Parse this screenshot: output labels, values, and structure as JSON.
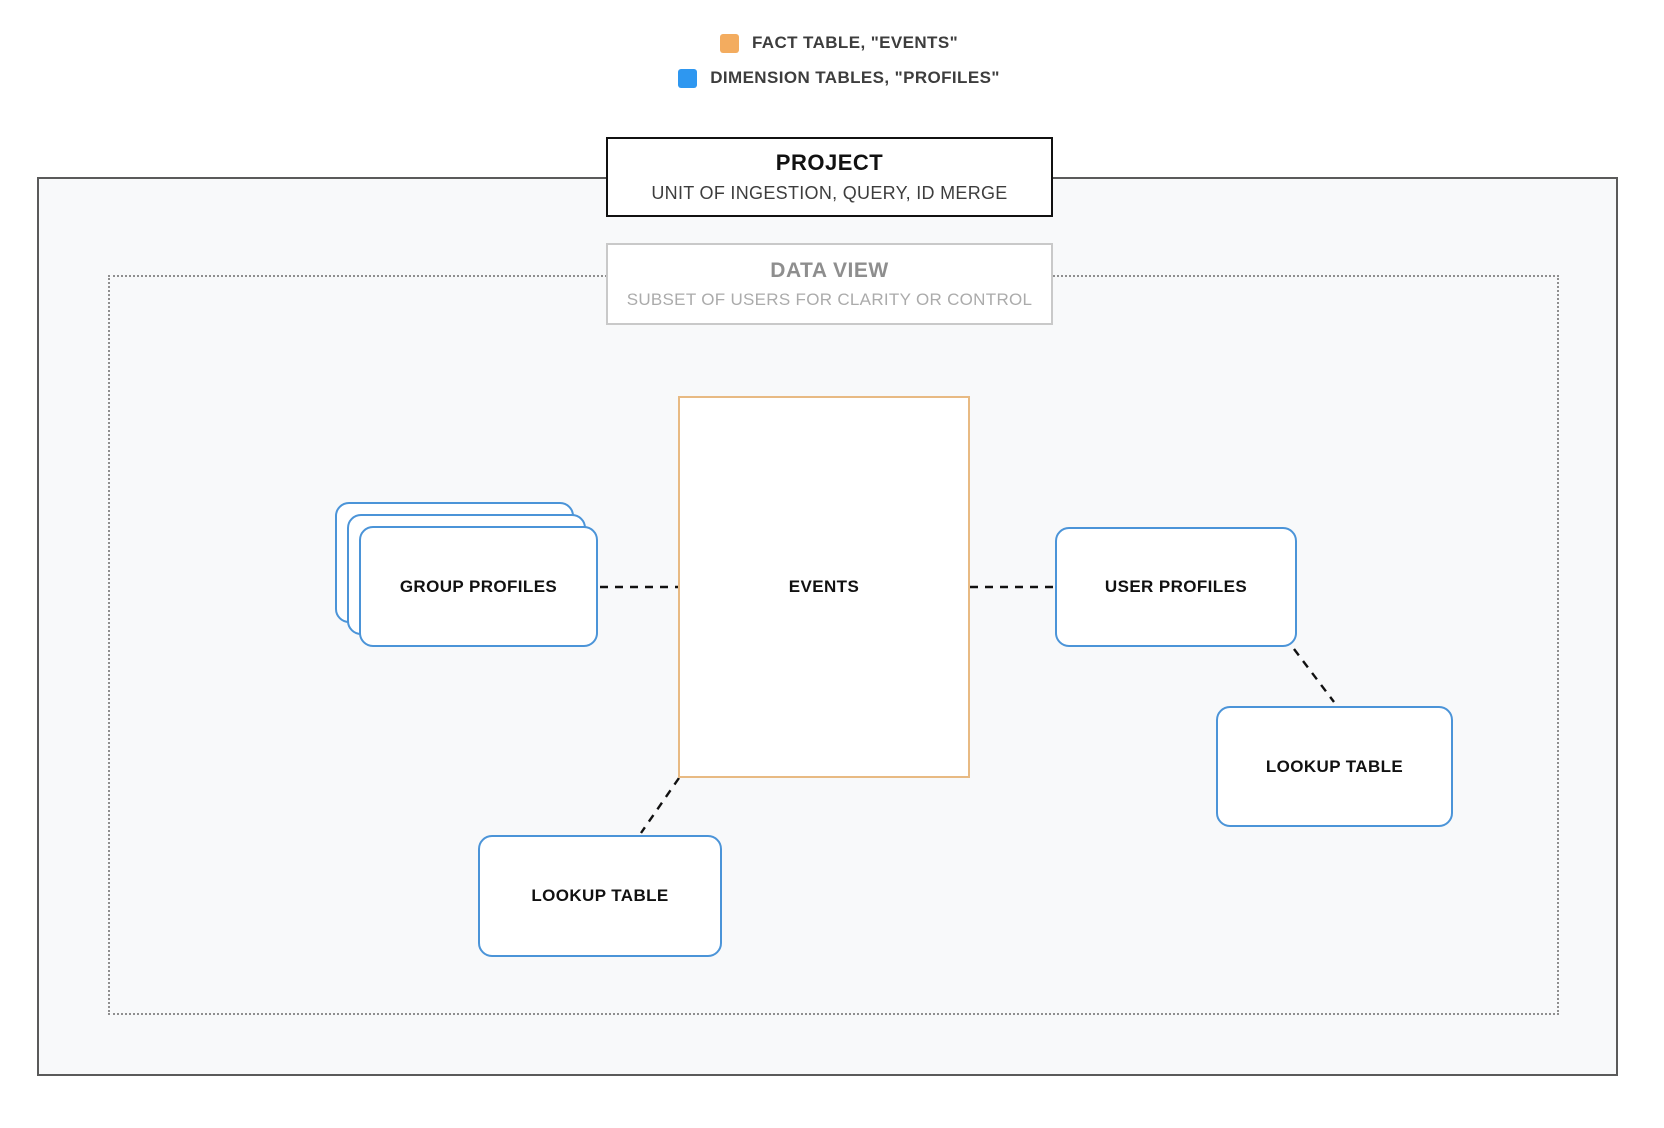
{
  "legend": {
    "items": [
      {
        "name": "fact-table",
        "label": "FACT TABLE, \"EVENTS\"",
        "color": "#F3AC5F"
      },
      {
        "name": "dimension-tables",
        "label": "DIMENSION TABLES, \"PROFILES\"",
        "color": "#2E97F0"
      }
    ]
  },
  "project": {
    "title": "PROJECT",
    "subtitle": "UNIT OF INGESTION, QUERY, ID MERGE"
  },
  "data_view": {
    "title": "DATA VIEW",
    "subtitle": "SUBSET OF USERS FOR CLARITY OR CONTROL"
  },
  "nodes": {
    "events": {
      "label": "EVENTS",
      "type": "fact"
    },
    "group_profiles": {
      "label": "GROUP PROFILES",
      "type": "dimension"
    },
    "user_profiles": {
      "label": "USER PROFILES",
      "type": "dimension"
    },
    "lookup_bottom": {
      "label": "LOOKUP TABLE",
      "type": "dimension"
    },
    "lookup_right": {
      "label": "LOOKUP TABLE",
      "type": "dimension"
    }
  },
  "connections": [
    {
      "from": "group_profiles",
      "to": "events",
      "style": "dashed"
    },
    {
      "from": "events",
      "to": "user_profiles",
      "style": "dashed"
    },
    {
      "from": "user_profiles",
      "to": "lookup_right",
      "style": "dashed"
    },
    {
      "from": "events",
      "to": "lookup_bottom",
      "style": "dashed"
    }
  ],
  "colors": {
    "fact_swatch": "#F3AC5F",
    "dimension_swatch": "#2E97F0",
    "fact_border": "#E8BA83",
    "dimension_border": "#4B94D8",
    "boundary_solid": "#5A5A5A",
    "boundary_dotted": "#8F8F8F",
    "inner_background": "#F8F9FA"
  }
}
